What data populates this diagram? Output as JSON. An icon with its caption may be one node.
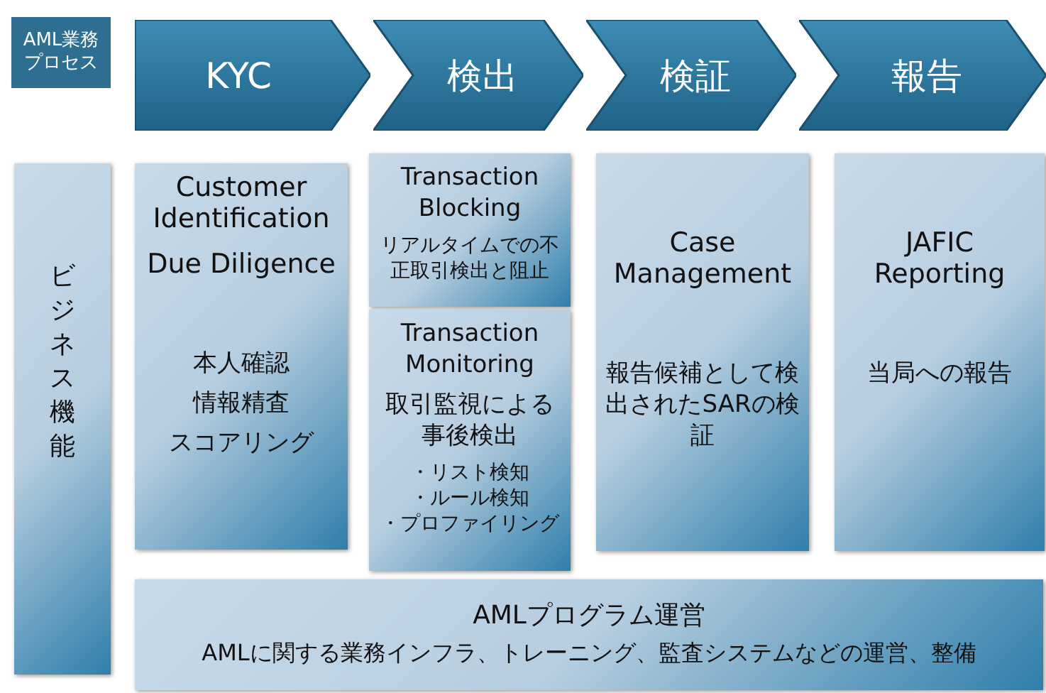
{
  "diagram": {
    "nodes": [
      {
        "text": [
          "AML業務プロセス"
        ]
      },
      {
        "text": [
          "KYC"
        ]
      },
      {
        "text": [
          "検出"
        ]
      },
      {
        "text": [
          "検証"
        ]
      },
      {
        "text": [
          "報告"
        ]
      },
      {
        "text": [
          "ビジネス機能"
        ]
      },
      {
        "text": [
          "Customer Identification",
          "Due Diligence",
          "本人確認",
          "情報精査",
          "スコアリング"
        ]
      },
      {
        "text": [
          "Transaction Blocking",
          "リアルタイムでの不正取引検出と阻止"
        ]
      },
      {
        "text": [
          "Transaction Monitoring",
          "取引監視による事後検出",
          "・リスト検知",
          "・ルール検知",
          "・プロファイリング"
        ]
      },
      {
        "text": [
          "Case Management",
          "報告候補として検出されたSARの検証"
        ]
      },
      {
        "text": [
          "JAFIC Reporting",
          "当局への報告"
        ]
      },
      {
        "text": [
          "AMLプログラム運営",
          "AMLに関する業務インフラ、トレーニング、監査システムなどの運営、整備"
        ]
      }
    ],
    "edges": []
  }
}
